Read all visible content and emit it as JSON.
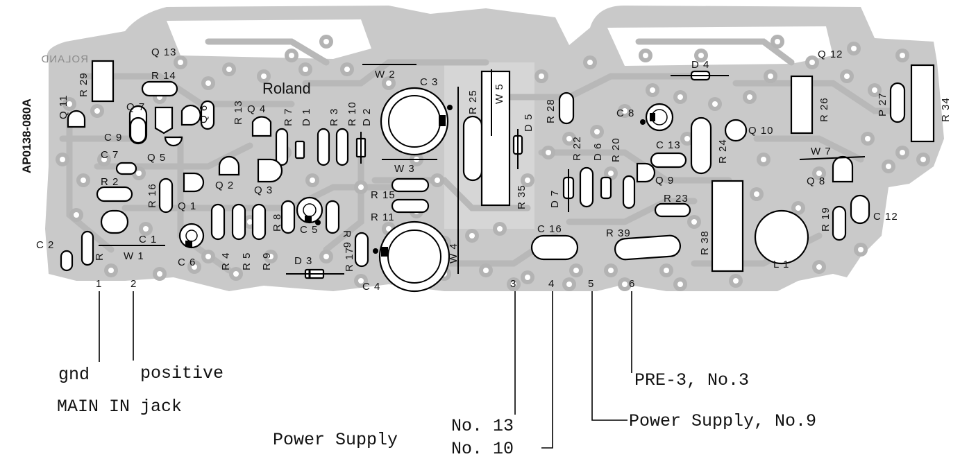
{
  "board": {
    "part_number": "AP0138-080A",
    "brand": "Roland",
    "mirror_text": "ROLAND"
  },
  "components": [
    {
      "id": "q13",
      "label": "Q 13"
    },
    {
      "id": "r29",
      "label": "R 29"
    },
    {
      "id": "r14",
      "label": "R 14"
    },
    {
      "id": "q11",
      "label": "Q 11"
    },
    {
      "id": "q7",
      "label": "Q 7"
    },
    {
      "id": "q6",
      "label": "Q 6"
    },
    {
      "id": "r13",
      "label": "R 13"
    },
    {
      "id": "q4",
      "label": "Q 4"
    },
    {
      "id": "r7",
      "label": "R 7"
    },
    {
      "id": "d1",
      "label": "D 1"
    },
    {
      "id": "r3",
      "label": "R 3"
    },
    {
      "id": "r10",
      "label": "R 10"
    },
    {
      "id": "d2",
      "label": "D 2"
    },
    {
      "id": "c9",
      "label": "C 9"
    },
    {
      "id": "c7",
      "label": "C 7"
    },
    {
      "id": "q5",
      "label": "Q 5"
    },
    {
      "id": "r2",
      "label": "R 2"
    },
    {
      "id": "r16",
      "label": "R 16"
    },
    {
      "id": "q2",
      "label": "Q 2"
    },
    {
      "id": "q3",
      "label": "Q 3"
    },
    {
      "id": "q1",
      "label": "Q 1"
    },
    {
      "id": "r8",
      "label": "R 8"
    },
    {
      "id": "c5",
      "label": "C 5"
    },
    {
      "id": "r6",
      "label": "R 6"
    },
    {
      "id": "c1",
      "label": "C 1"
    },
    {
      "id": "c2",
      "label": "C 2"
    },
    {
      "id": "r1",
      "label": "R"
    },
    {
      "id": "w1",
      "label": "W 1"
    },
    {
      "id": "c6",
      "label": "C 6"
    },
    {
      "id": "r4",
      "label": "R 4"
    },
    {
      "id": "r5",
      "label": "R 5"
    },
    {
      "id": "r9",
      "label": "R 9"
    },
    {
      "id": "d3",
      "label": "D 3"
    },
    {
      "id": "r17",
      "label": "R 17"
    },
    {
      "id": "c4",
      "label": "C 4"
    },
    {
      "id": "r11",
      "label": "R 11"
    },
    {
      "id": "r15",
      "label": "R 15"
    },
    {
      "id": "w3",
      "label": "W 3"
    },
    {
      "id": "w2",
      "label": "W 2"
    },
    {
      "id": "c3",
      "label": "C 3"
    },
    {
      "id": "w4",
      "label": "W 4"
    },
    {
      "id": "r25",
      "label": "R 25"
    },
    {
      "id": "w5",
      "label": "W 5"
    },
    {
      "id": "d5",
      "label": "D 5"
    },
    {
      "id": "r35",
      "label": "R 35"
    },
    {
      "id": "r28",
      "label": "R 28"
    },
    {
      "id": "c8",
      "label": "C 8"
    },
    {
      "id": "d4",
      "label": "D 4"
    },
    {
      "id": "q10",
      "label": "Q 10"
    },
    {
      "id": "c13",
      "label": "C 13"
    },
    {
      "id": "r22",
      "label": "R 22"
    },
    {
      "id": "d6",
      "label": "D 6"
    },
    {
      "id": "r20",
      "label": "R 20"
    },
    {
      "id": "q9",
      "label": "Q 9"
    },
    {
      "id": "d7",
      "label": "D 7"
    },
    {
      "id": "r24",
      "label": "R 24"
    },
    {
      "id": "r23",
      "label": "R 23"
    },
    {
      "id": "c16",
      "label": "C 16"
    },
    {
      "id": "r39",
      "label": "R 39"
    },
    {
      "id": "r38",
      "label": "R 38"
    },
    {
      "id": "l1",
      "label": "L 1"
    },
    {
      "id": "q12",
      "label": "Q 12"
    },
    {
      "id": "r26",
      "label": "R 26"
    },
    {
      "id": "p27",
      "label": "P 27"
    },
    {
      "id": "r34",
      "label": "R 34"
    },
    {
      "id": "w7",
      "label": "W 7"
    },
    {
      "id": "q8",
      "label": "Q 8"
    },
    {
      "id": "r19",
      "label": "R 19"
    },
    {
      "id": "c12",
      "label": "C 12"
    }
  ],
  "pins": [
    "1",
    "2",
    "3",
    "4",
    "5",
    "6"
  ],
  "annotations": {
    "gnd": "gnd",
    "positive": "positive",
    "main_in": "MAIN IN jack",
    "pre3": "PRE-3, No.3",
    "ps9": "Power Supply, No.9",
    "ps": "Power Supply",
    "no13": "No. 13",
    "no10": "No. 10"
  }
}
